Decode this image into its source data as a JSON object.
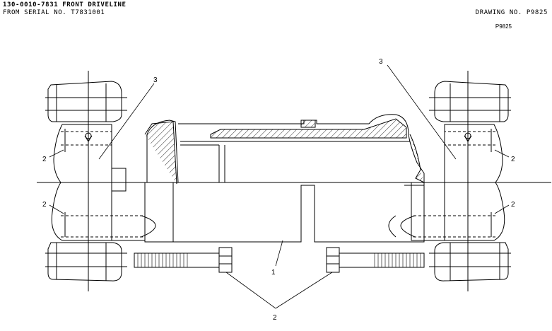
{
  "header": {
    "title": "130-0010-7831 FRONT DRIVELINE",
    "serial": "FROM SERIAL NO. T7831001",
    "drawing_no": "DRAWING NO. P9825",
    "drawing_code": "P9825"
  },
  "callouts": {
    "c1": "1",
    "c2a": "2",
    "c2b": "2",
    "c2c": "2",
    "c2d": "2",
    "c2e": "2",
    "c3a": "3",
    "c3b": "3"
  }
}
